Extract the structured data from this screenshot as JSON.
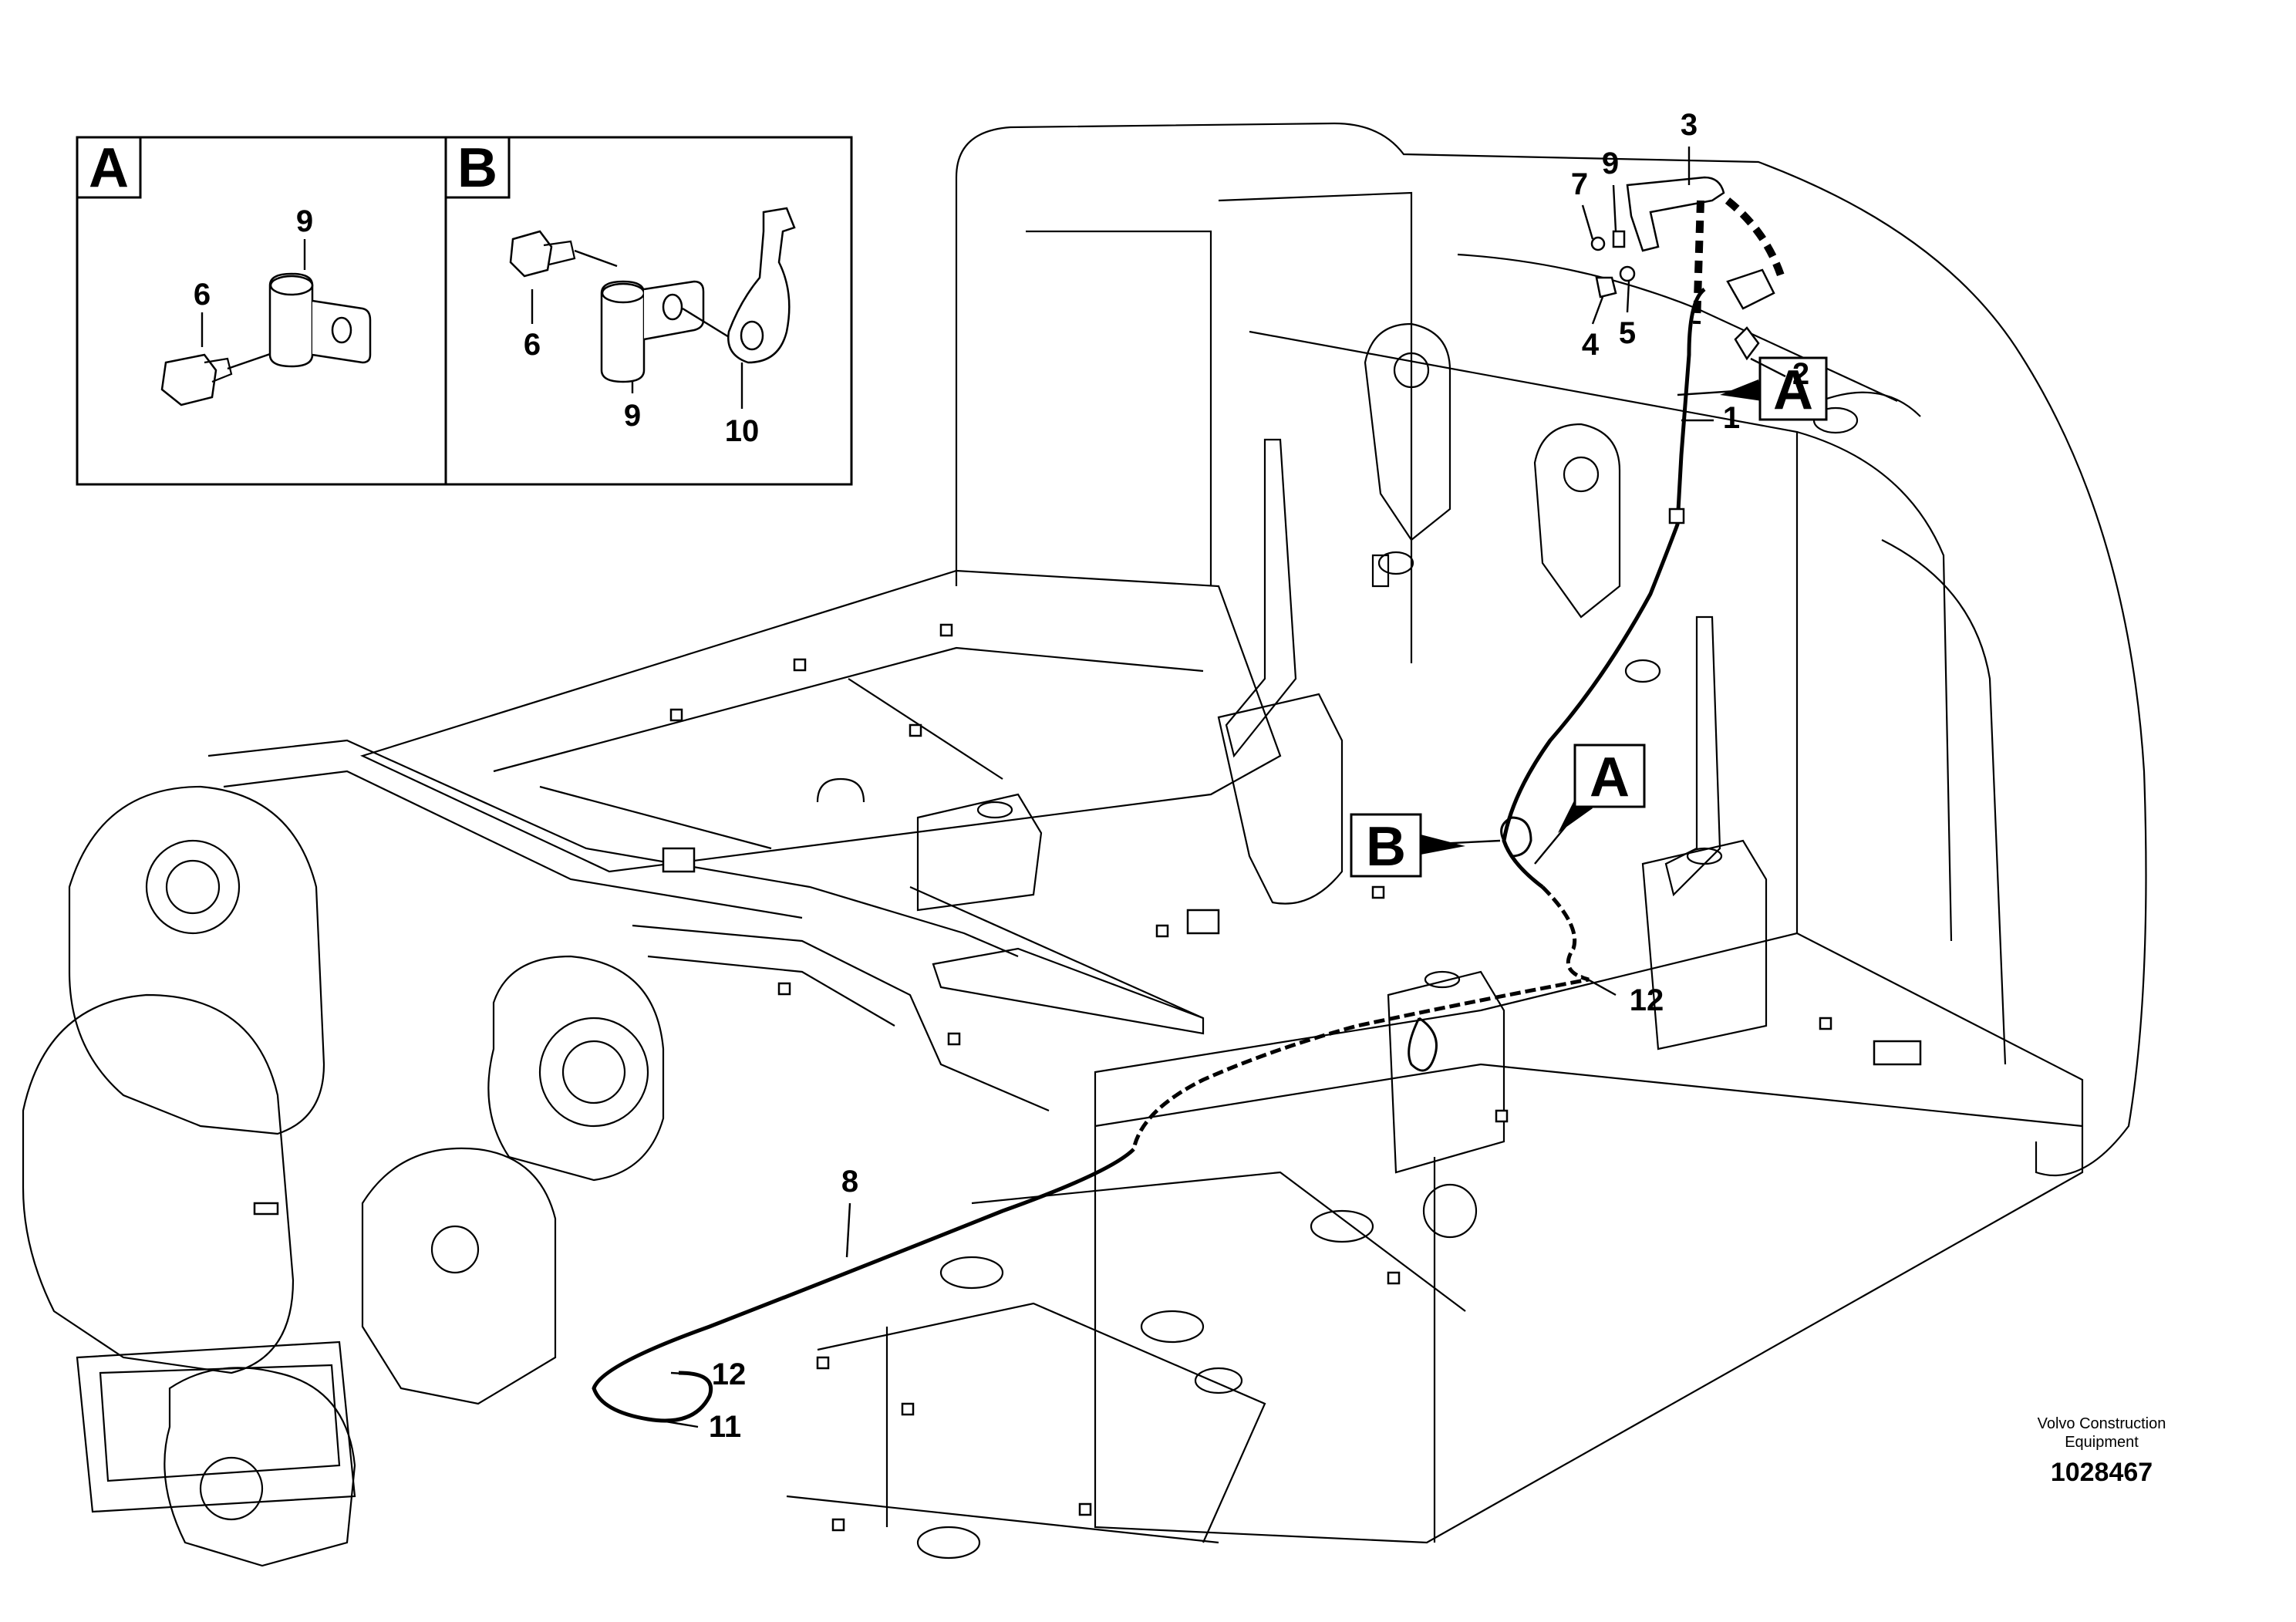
{
  "diagram": {
    "inset_a": {
      "letter": "A",
      "callouts": [
        "9",
        "6"
      ]
    },
    "inset_b": {
      "letter": "B",
      "callouts": [
        "6",
        "9",
        "10"
      ]
    },
    "callouts": {
      "c1": "1",
      "c2": "2",
      "c3": "3",
      "c4": "4",
      "c5": "5",
      "c7": "7",
      "c9": "9",
      "c8": "8",
      "c11": "11",
      "c12_top": "12",
      "c12_bottom": "12"
    },
    "ref_labels": {
      "a_upper": "A",
      "a_middle": "A",
      "b_middle": "B"
    },
    "footer": {
      "company_line1": "Volvo Construction",
      "company_line2": "Equipment",
      "drawing_number": "1028467"
    }
  }
}
